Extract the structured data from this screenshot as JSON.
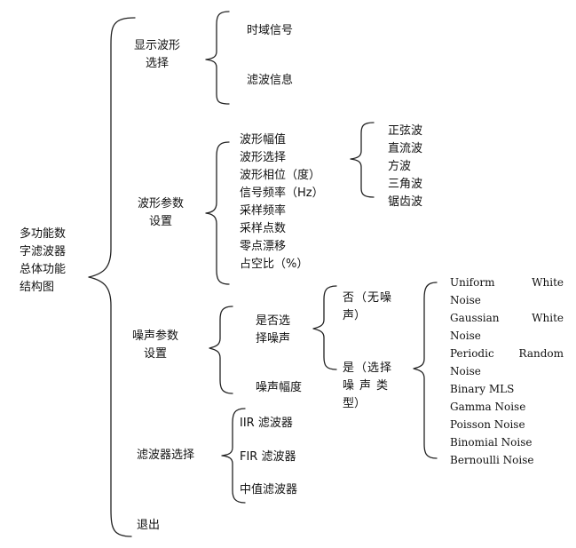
{
  "root": {
    "lines": [
      "多功能数",
      "字滤波器",
      "总体功能",
      "结构图"
    ]
  },
  "display_select": {
    "label_lines": [
      "显示波形",
      "选择"
    ],
    "children": [
      "时域信号",
      "滤波信息"
    ]
  },
  "wave_params": {
    "label_lines": [
      "波形参数",
      "设置"
    ],
    "items": [
      "波形幅值",
      "波形选择",
      "波形相位（度）",
      "信号频率（Hz）",
      "采样频率",
      "采样点数",
      "零点漂移",
      "占空比（%）"
    ],
    "wave_types": [
      "正弦波",
      "直流波",
      "方波",
      "三角波",
      "锯齿波"
    ]
  },
  "noise_params": {
    "label_lines": [
      "噪声参数",
      "设置"
    ],
    "select_lines": [
      "是否选",
      "择噪声"
    ],
    "amplitude": "噪声幅度",
    "no_lines": [
      "否（无噪",
      "声）"
    ],
    "yes_lines": [
      "是（选择",
      "噪声类",
      "型）"
    ],
    "noise_types": [
      [
        "Uniform",
        "White"
      ],
      [
        "Noise"
      ],
      [
        "Gaussian",
        "White"
      ],
      [
        "Noise"
      ],
      [
        "Periodic",
        "Random"
      ],
      [
        "Noise"
      ],
      [
        "Binary MLS"
      ],
      [
        "Gamma Noise"
      ],
      [
        "Poisson Noise"
      ],
      [
        "Binomial Noise"
      ],
      [
        "Bernoulli Noise"
      ]
    ]
  },
  "filter_select": {
    "label": "滤波器选择",
    "items": [
      "IIR 滤波器",
      "FIR 滤波器",
      "中值滤波器"
    ]
  },
  "exit": "退出"
}
